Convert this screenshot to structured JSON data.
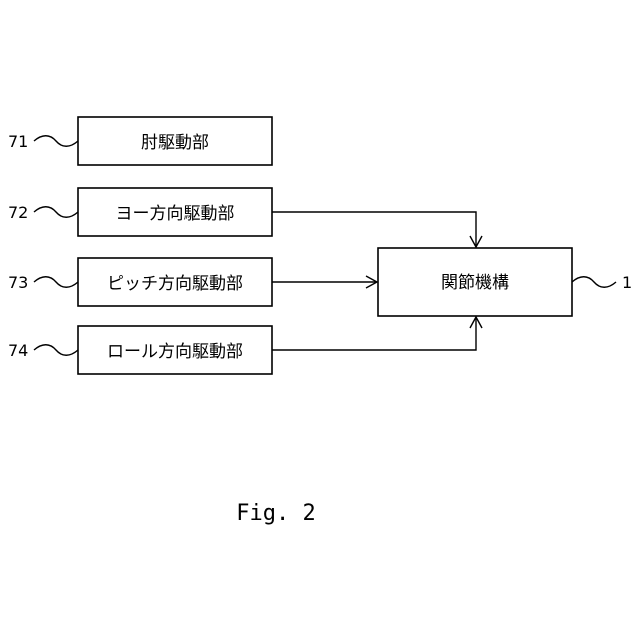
{
  "blocks": {
    "b71": {
      "label": "肘駆動部",
      "ref": "71"
    },
    "b72": {
      "label": "ヨー方向駆動部",
      "ref": "72"
    },
    "b73": {
      "label": "ピッチ方向駆動部",
      "ref": "73"
    },
    "b74": {
      "label": "ロール方向駆動部",
      "ref": "74"
    },
    "joint": {
      "label": "関節機構",
      "ref": "1"
    }
  },
  "caption": "Fig. 2"
}
